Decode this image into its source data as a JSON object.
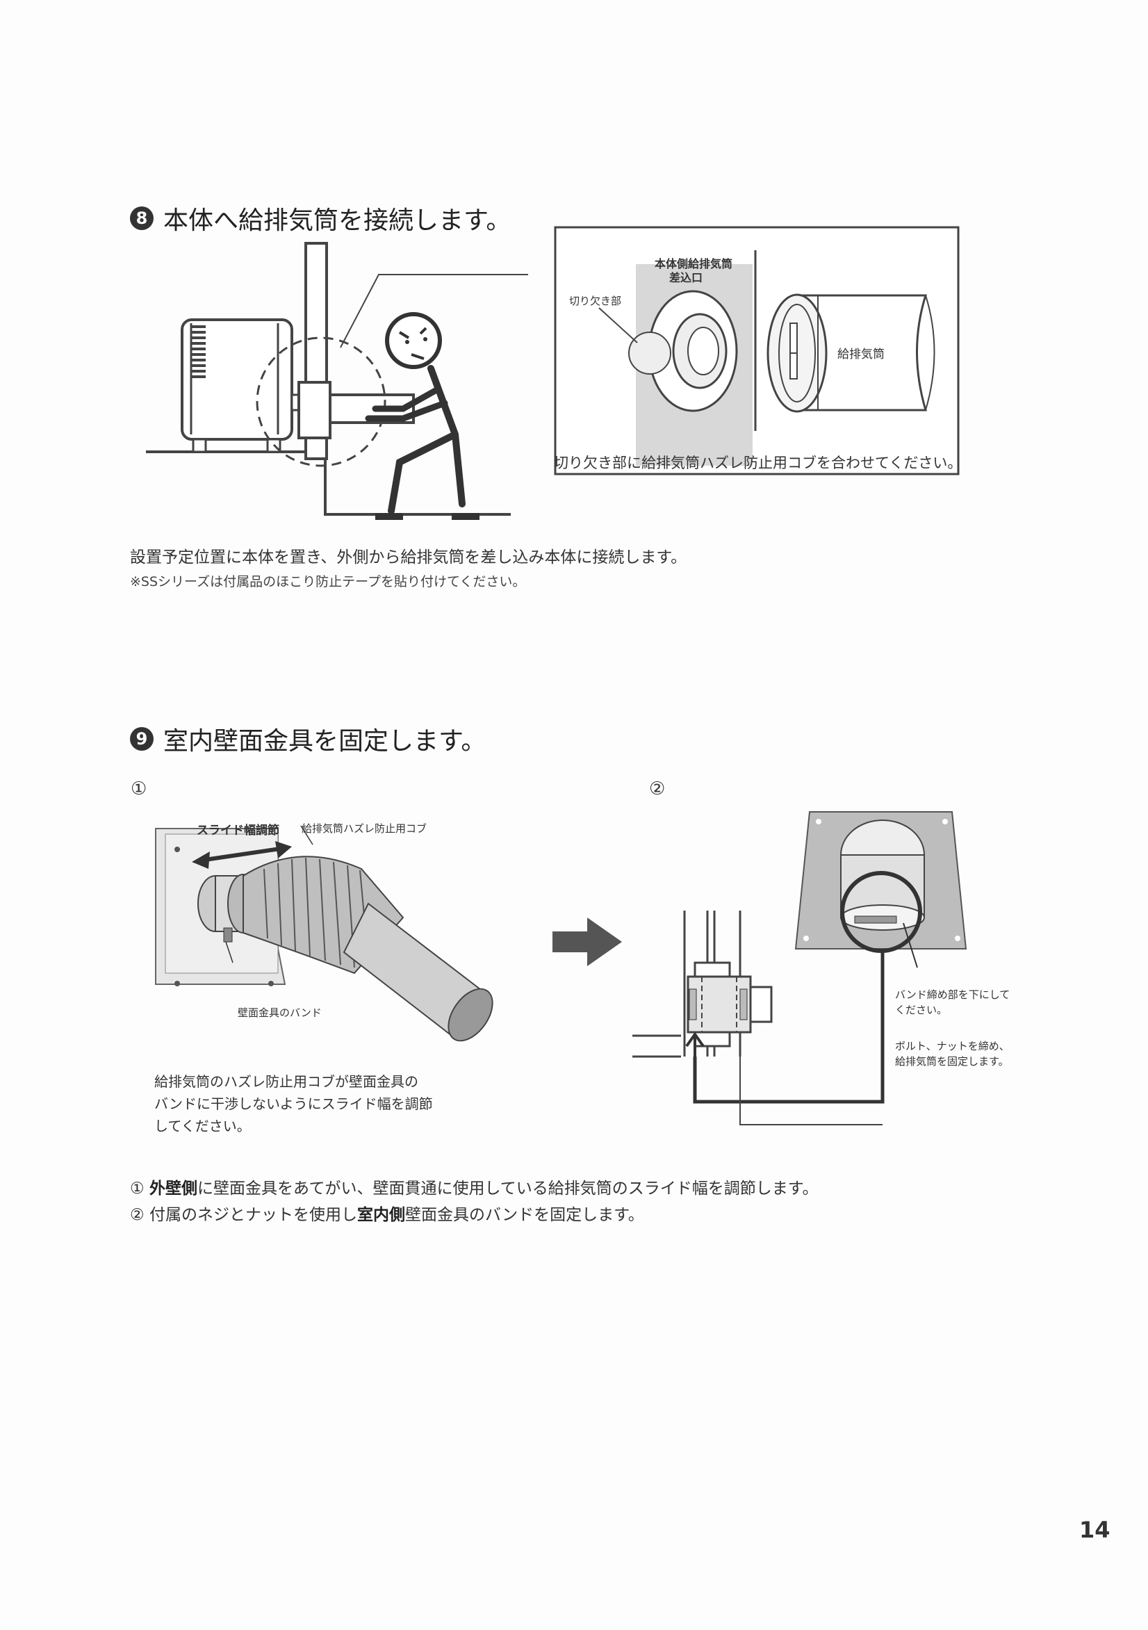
{
  "step8": {
    "number": "8",
    "title": "本体へ給排気筒を接続します。",
    "detail_label_inlet_line1": "本体側給排気筒",
    "detail_label_inlet_line2": "差込口",
    "detail_label_notch": "切り欠き部",
    "detail_label_pipe": "給排気筒",
    "detail_caption": "切り欠き部に給排気筒ハズレ防止用コブを合わせてください。",
    "body": "設置予定位置に本体を置き、外側から給排気筒を差し込み本体に接続します。",
    "note": "※SSシリーズは付属品のほこり防止テープを貼り付けてください。"
  },
  "step9": {
    "number": "9",
    "title": "室内壁面金具を固定します。",
    "fig1_marker": "①",
    "fig2_marker": "②",
    "fig1_label_slide": "スライド幅調節",
    "fig1_label_bump": "給排気筒ハズレ防止用コブ",
    "fig1_label_band": "壁面金具のバンド",
    "fig1_caption_line1": "給排気筒のハズレ防止用コブが壁面金具の",
    "fig1_caption_line2": "バンドに干渉しないようにスライド幅を調節",
    "fig1_caption_line3": "してください。",
    "fig2_label_band_line1": "バンド締め部を下にして",
    "fig2_label_band_line2": "ください。",
    "fig2_label_bolt_line1": "ボルト、ナットを締め、",
    "fig2_label_bolt_line2": "給排気筒を固定します。",
    "instruction1_marker": "①",
    "instruction1_bold": "外壁側",
    "instruction1_rest": "に壁面金具をあてがい、壁面貫通に使用している給排気筒のスライド幅を調節します。",
    "instruction2_marker": "②",
    "instruction2_pre": "付属のネジとナットを使用し",
    "instruction2_bold": "室内側",
    "instruction2_rest": "壁面金具のバンドを固定します。"
  },
  "page_number": "14"
}
